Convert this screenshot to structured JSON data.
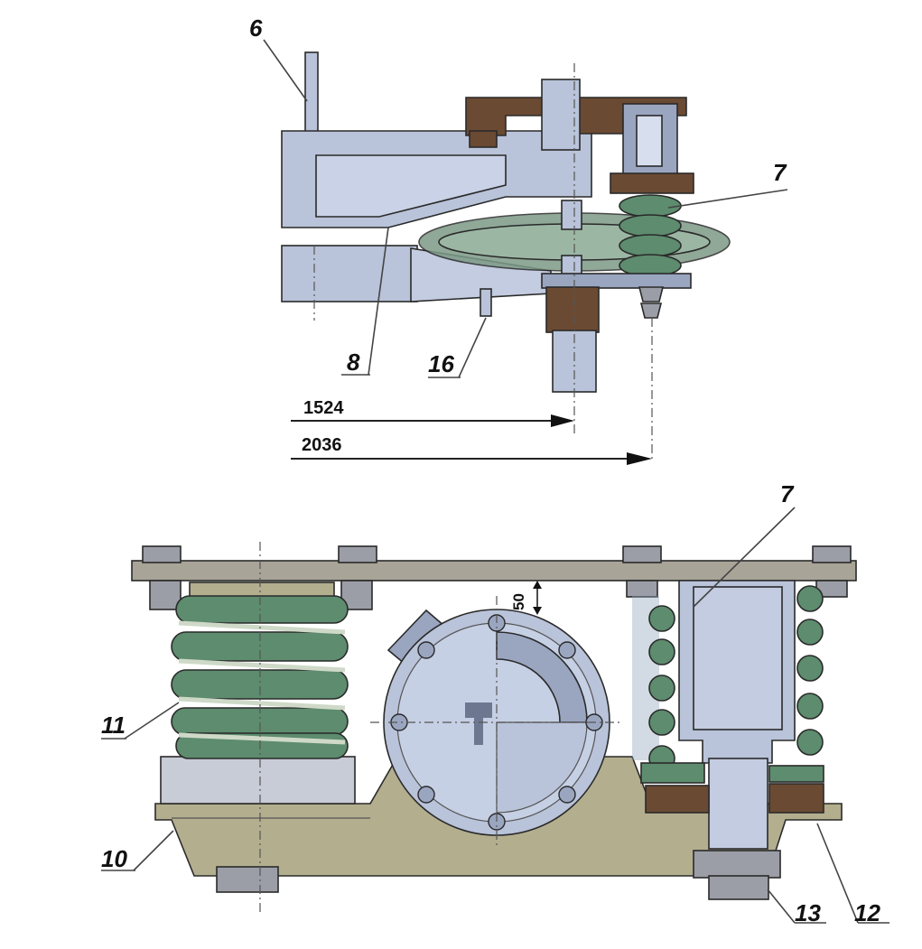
{
  "labels": {
    "top_6": "6",
    "top_7": "7",
    "top_8": "8",
    "top_16": "16",
    "bottom_7": "7",
    "bottom_11": "11",
    "bottom_10": "10",
    "bottom_13": "13",
    "bottom_12": "12"
  },
  "dimensions": {
    "d1524": "1524",
    "d2036": "2036",
    "d50": "50"
  },
  "colors": {
    "steel_light": "#b9c3d9",
    "steel_mid": "#9aa6c0",
    "spring_green": "#5d8c6e",
    "spring_dark": "#3f6a52",
    "rubber_brown": "#6b4a33",
    "frame_olive": "#b3ae8e",
    "plate_gray": "#a8a498",
    "bolt_gray": "#9b9ea6"
  }
}
